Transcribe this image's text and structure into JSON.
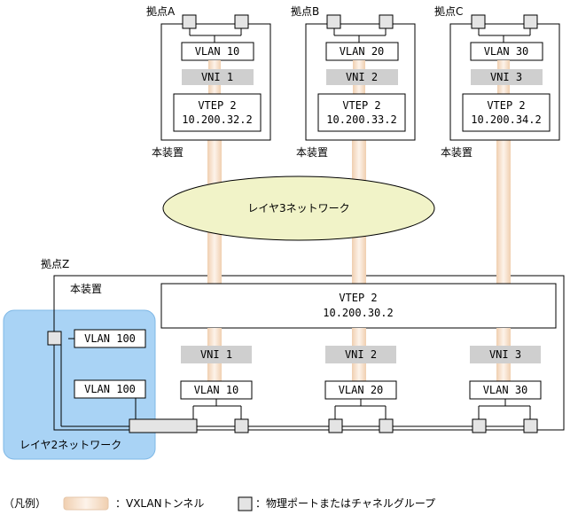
{
  "sites": {
    "a": {
      "label": "拠点A",
      "device": "本装置",
      "vlan": "VLAN 10",
      "vni": "VNI 1",
      "vtep_name": "VTEP 2",
      "vtep_ip": "10.200.32.2"
    },
    "b": {
      "label": "拠点B",
      "device": "本装置",
      "vlan": "VLAN 20",
      "vni": "VNI 2",
      "vtep_name": "VTEP 2",
      "vtep_ip": "10.200.33.2"
    },
    "c": {
      "label": "拠点C",
      "device": "本装置",
      "vlan": "VLAN 30",
      "vni": "VNI 3",
      "vtep_name": "VTEP 2",
      "vtep_ip": "10.200.34.2"
    }
  },
  "l3_network": "レイヤ3ネットワーク",
  "site_z": {
    "label": "拠点Z",
    "device": "本装置",
    "vtep_name": "VTEP 2",
    "vtep_ip": "10.200.30.2",
    "vni": [
      "VNI 1",
      "VNI 2",
      "VNI 3"
    ],
    "vlan": [
      "VLAN 10",
      "VLAN 20",
      "VLAN 30"
    ]
  },
  "l2_network": {
    "label": "レイヤ2ネットワーク",
    "vlan_top": "VLAN 100",
    "vlan_bottom": "VLAN 100"
  },
  "legend": {
    "title": "（凡例）",
    "tunnel": "：VXLANトンネル",
    "port": "：物理ポートまたはチャネルグループ"
  },
  "colors": {
    "l2_area": "#a9d3f5",
    "l3_cloud": "#f1f3c8",
    "tunnel": "#f6ddc6",
    "vni_box": "#cfcfcf",
    "port": "#e4e4e4"
  }
}
